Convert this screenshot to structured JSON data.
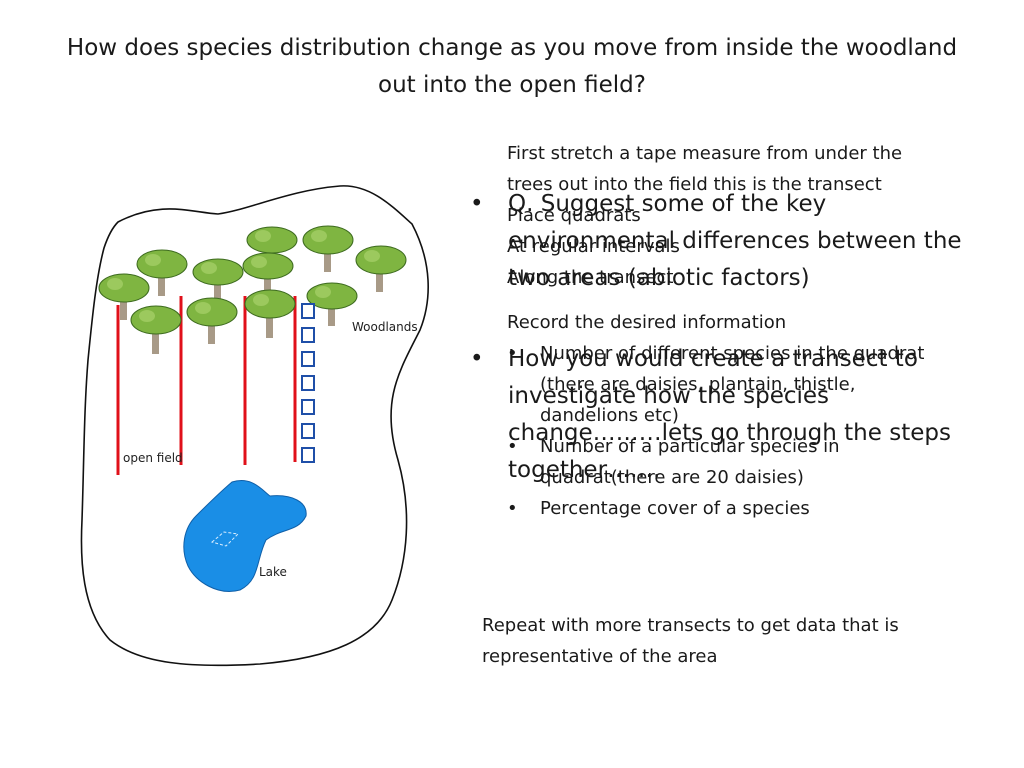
{
  "title": "How does species distribution change as you move from inside the woodland out into the open field?",
  "questions": [
    "Q. Suggest some of the key environmental differences between the two areas (abiotic factors)",
    "How you would create a transect to investigate how the species change………lets go through the steps together……."
  ],
  "steps": {
    "step1": "First stretch a tape measure from under the trees out into the field this is the transect",
    "step2_lines": [
      "Place quadrats",
      "At regular intervals",
      "Along the transect"
    ],
    "step3": "Record the desired information",
    "record_items": [
      "Number of different species in the quadrat (there are daisies, plantain, thistle, dandelions etc)",
      "Number of a particular species in quadrat(there are 20 daisies)",
      "Percentage cover of a species"
    ]
  },
  "repeat_note": "Repeat with more transects to get data that is  representative of the area",
  "diagram": {
    "woodlands_label": "Woodlands",
    "open_field_label": "open field",
    "lake_label": "Lake",
    "colors": {
      "transect": "#e0101a",
      "quadrat": "#1f4fa8",
      "lake": "#1a8ee6",
      "foliage": "#7fb541",
      "trunk": "#a89a87"
    }
  }
}
